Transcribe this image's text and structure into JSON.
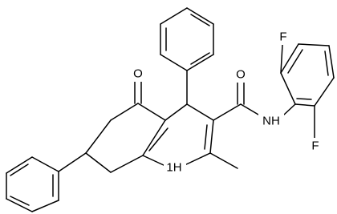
{
  "atom_labels": {
    "ketone_oxygen": "O",
    "amide_oxygen": "O",
    "amide_nitrogen": "NH",
    "ring_nitrogen": "1H",
    "fluorine_top": "F",
    "fluorine_bottom": "F"
  }
}
